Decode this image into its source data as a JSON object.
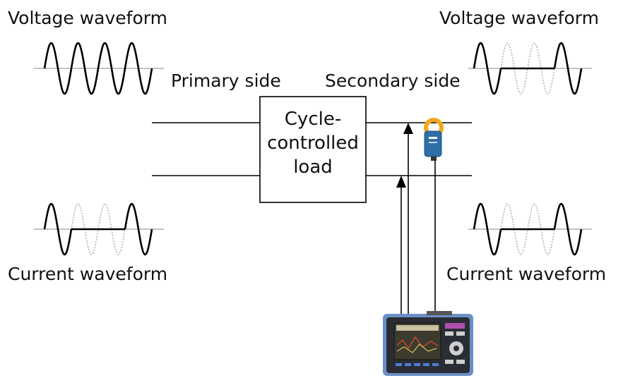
{
  "labels": {
    "primary_voltage": "Voltage waveform",
    "secondary_voltage": "Voltage waveform",
    "primary_current": "Current waveform",
    "secondary_current": "Current waveform",
    "primary_side": "Primary side",
    "secondary_side": "Secondary side"
  },
  "load_box": {
    "lines": [
      "Cycle-",
      "controlled",
      "load"
    ]
  },
  "waveforms": {
    "primary_voltage": {
      "kind": "full",
      "cycles": 4
    },
    "secondary_voltage": {
      "kind": "cycle-controlled",
      "cycles": 4,
      "on_cycles": [
        1,
        4
      ]
    },
    "primary_current": {
      "kind": "cycle-controlled",
      "cycles": 4,
      "on_cycles": [
        1,
        4
      ]
    },
    "secondary_current": {
      "kind": "cycle-controlled",
      "cycles": 4,
      "on_cycles": [
        1,
        4
      ]
    }
  },
  "colors": {
    "line": "#000000",
    "axis": "#b0b0b0",
    "ghost": "#9a9a9a",
    "analyzer_body": "#6a8fc7",
    "analyzer_panel": "#2a2d33",
    "analyzer_screen": "#3d3a2e",
    "clamp": "#f2a81d"
  },
  "icons": {
    "analyzer": "power-analyzer-icon",
    "clamp": "current-clamp-icon"
  }
}
